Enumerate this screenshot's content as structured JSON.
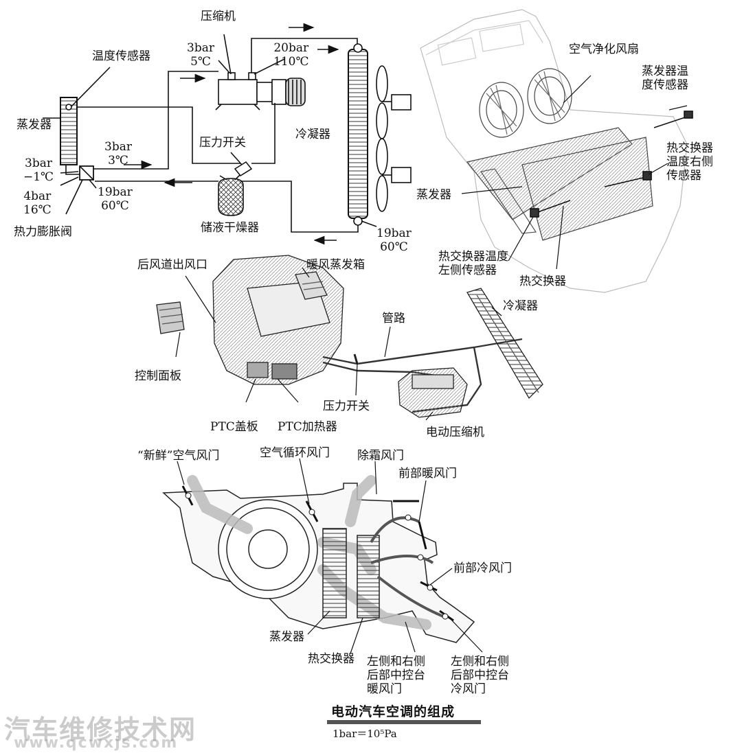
{
  "refrigerant_circuit": {
    "compressor": "压缩机",
    "temp_sensor": "温度传感器",
    "evaporator": "蒸发器",
    "condenser": "冷凝器",
    "pressure_switch": "压力开关",
    "receiver_drier": "储液干燥器",
    "expansion_valve": "热力膨胀阀",
    "state_compressor_inlet": "3bar\n5℃",
    "state_compressor_outlet": "20bar\n110℃",
    "state_evap_outlet": "3bar\n3℃",
    "state_evap_inlet": "3bar\n−1℃",
    "state_valve_inlet": "4bar\n16℃",
    "state_liquid_line": "19bar\n60℃",
    "state_condenser_outlet": "19bar\n60℃"
  },
  "hvac_module": {
    "blower": "空气净化风扇",
    "evap_temp_sensor": "蒸发器温\n度传感器",
    "hx_right_sensor": "热交换器\n温度右侧\n传感器",
    "evaporator": "蒸发器",
    "hx_left_sensor": "热交换器温度\n左侧传感器",
    "heat_exchanger": "热交换器"
  },
  "system_layout": {
    "rear_duct_outlet": "后风道出风口",
    "heater_box": "暖风蒸发箱",
    "control_panel": "控制面板",
    "pipes": "管路",
    "condenser": "冷凝器",
    "pressure_switch": "压力开关",
    "ptc_cover": "PTC盖板",
    "ptc_heater": "PTC加热器",
    "e_compressor": "电动压缩机"
  },
  "airflow": {
    "fresh_air_door": "“新鲜”空气风门",
    "recirc_door": "空气循环风门",
    "defrost_door": "除霜风门",
    "front_warm_door": "前部暖风门",
    "front_cold_door": "前部冷风门",
    "evaporator": "蒸发器",
    "heat_exchanger": "热交换器",
    "rear_warm_door": "左侧和右侧\n后部中控台\n暖风门",
    "rear_cold_door": "左侧和右侧\n后部中控台\n冷风门"
  },
  "caption": {
    "title": "电动汽车空调的组成",
    "unit_note": "1bar＝10⁵Pa"
  },
  "watermark": {
    "site_name": "汽车维修技术网",
    "url": "www.qcwxjs.com"
  }
}
